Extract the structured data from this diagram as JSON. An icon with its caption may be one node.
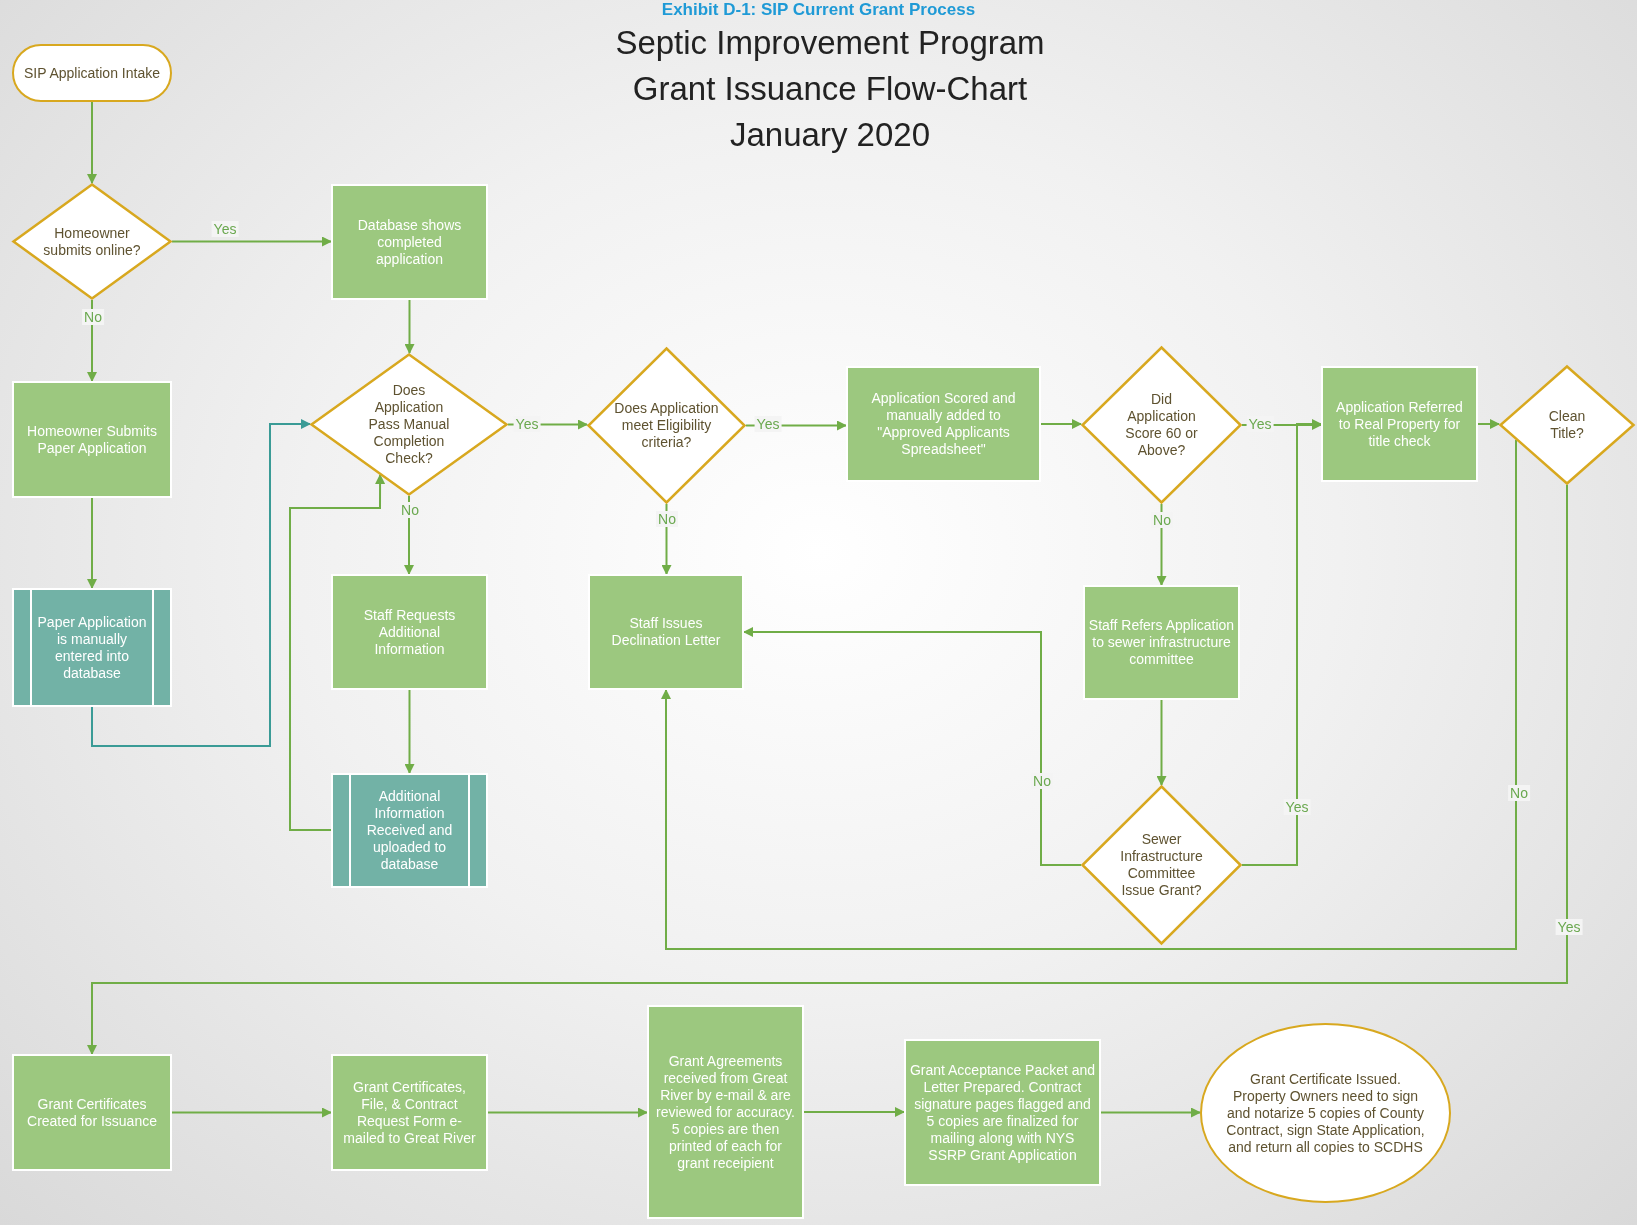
{
  "diagram": {
    "title": "Septic Improvement Program Grant Issuance Flow-Chart January 2020",
    "nodes": [
      {
        "text": [
          "SIP Application Intake"
        ]
      },
      {
        "text": [
          "Homeowner submits online?"
        ]
      },
      {
        "text": [
          "Database shows completed application"
        ]
      },
      {
        "text": [
          "Homeowner Submits Paper Application"
        ]
      },
      {
        "text": [
          "Paper Application is manually entered into database"
        ]
      },
      {
        "text": [
          "Does Application Pass Manual Completion Check?"
        ]
      },
      {
        "text": [
          "Does Application meet Eligibility criteria?"
        ]
      },
      {
        "text": [
          "Application Scored and manually added to \"Approved Applicants Spreadsheet\""
        ]
      },
      {
        "text": [
          "Did Application Score 60 or Above?"
        ]
      },
      {
        "text": [
          "Application Referred to Real Property for title check"
        ]
      },
      {
        "text": [
          "Clean Title?"
        ]
      },
      {
        "text": [
          "Staff Requests Additional Information"
        ]
      },
      {
        "text": [
          "Staff Issues Declination Letter"
        ]
      },
      {
        "text": [
          "Staff Refers Application to sewer infrastructure committee"
        ]
      },
      {
        "text": [
          "Additional Information Received and uploaded to database"
        ]
      },
      {
        "text": [
          "Sewer Infrastructure Committee Issue Grant?"
        ]
      },
      {
        "text": [
          "Grant Certificates Created for Issuance"
        ]
      },
      {
        "text": [
          "Grant Certificates, File, & Contract Request Form e-mailed to Great River"
        ]
      },
      {
        "text": [
          "Grant Agreements received from Great River by e-mail & are reviewed for accuracy. 5 copies are then printed of each for grant receipient"
        ]
      },
      {
        "text": [
          "Grant Acceptance Packet and Letter Prepared. Contract signature pages flagged and 5 copies are finalized for mailing along with NYS SSRP Grant Application"
        ]
      },
      {
        "text": [
          "Grant Certificate Issued. Property Owners need to sign and notarize 5 copies of County Contract, sign State Application, and return all copies to SCDHS"
        ]
      }
    ],
    "edges": [
      {
        "from": 0,
        "to": 1,
        "arrow": "to"
      },
      {
        "from": 1,
        "to": 2,
        "arrow": "to",
        "label": "Yes"
      },
      {
        "from": 1,
        "to": 3,
        "arrow": "to",
        "label": "No"
      },
      {
        "from": 3,
        "to": 4,
        "arrow": "to"
      },
      {
        "from": 4,
        "to": 5,
        "arrow": "to",
        "color": "#3a9b96"
      },
      {
        "from": 2,
        "to": 5,
        "arrow": "to"
      },
      {
        "from": 5,
        "to": 6,
        "arrow": "to",
        "label": "Yes"
      },
      {
        "from": 5,
        "to": 11,
        "arrow": "to",
        "label": "No"
      },
      {
        "from": 11,
        "to": 14,
        "arrow": "to"
      },
      {
        "from": 14,
        "to": 5,
        "arrow": "to"
      },
      {
        "from": 6,
        "to": 7,
        "arrow": "to",
        "label": "Yes"
      },
      {
        "from": 6,
        "to": 12,
        "arrow": "to",
        "label": "No"
      },
      {
        "from": 7,
        "to": 8,
        "arrow": "to"
      },
      {
        "from": 8,
        "to": 9,
        "arrow": "to",
        "label": "Yes"
      },
      {
        "from": 8,
        "to": 13,
        "arrow": "to",
        "label": "No"
      },
      {
        "from": 13,
        "to": 15,
        "arrow": "to"
      },
      {
        "from": 15,
        "to": 12,
        "arrow": "to",
        "label": "No"
      },
      {
        "from": 15,
        "to": 9,
        "arrow": "to",
        "label": "Yes"
      },
      {
        "from": 9,
        "to": 10,
        "arrow": "to"
      },
      {
        "from": 10,
        "to": 12,
        "arrow": "to",
        "label": "No"
      },
      {
        "from": 10,
        "to": 16,
        "arrow": "to",
        "label": "Yes"
      },
      {
        "from": 16,
        "to": 17,
        "arrow": "to"
      },
      {
        "from": 17,
        "to": 18,
        "arrow": "to"
      },
      {
        "from": 18,
        "to": 19,
        "arrow": "to"
      },
      {
        "from": 19,
        "to": 20,
        "arrow": "to"
      }
    ],
    "labels": [
      "Exhibit D-1: SIP Current Grant Process"
    ]
  }
}
